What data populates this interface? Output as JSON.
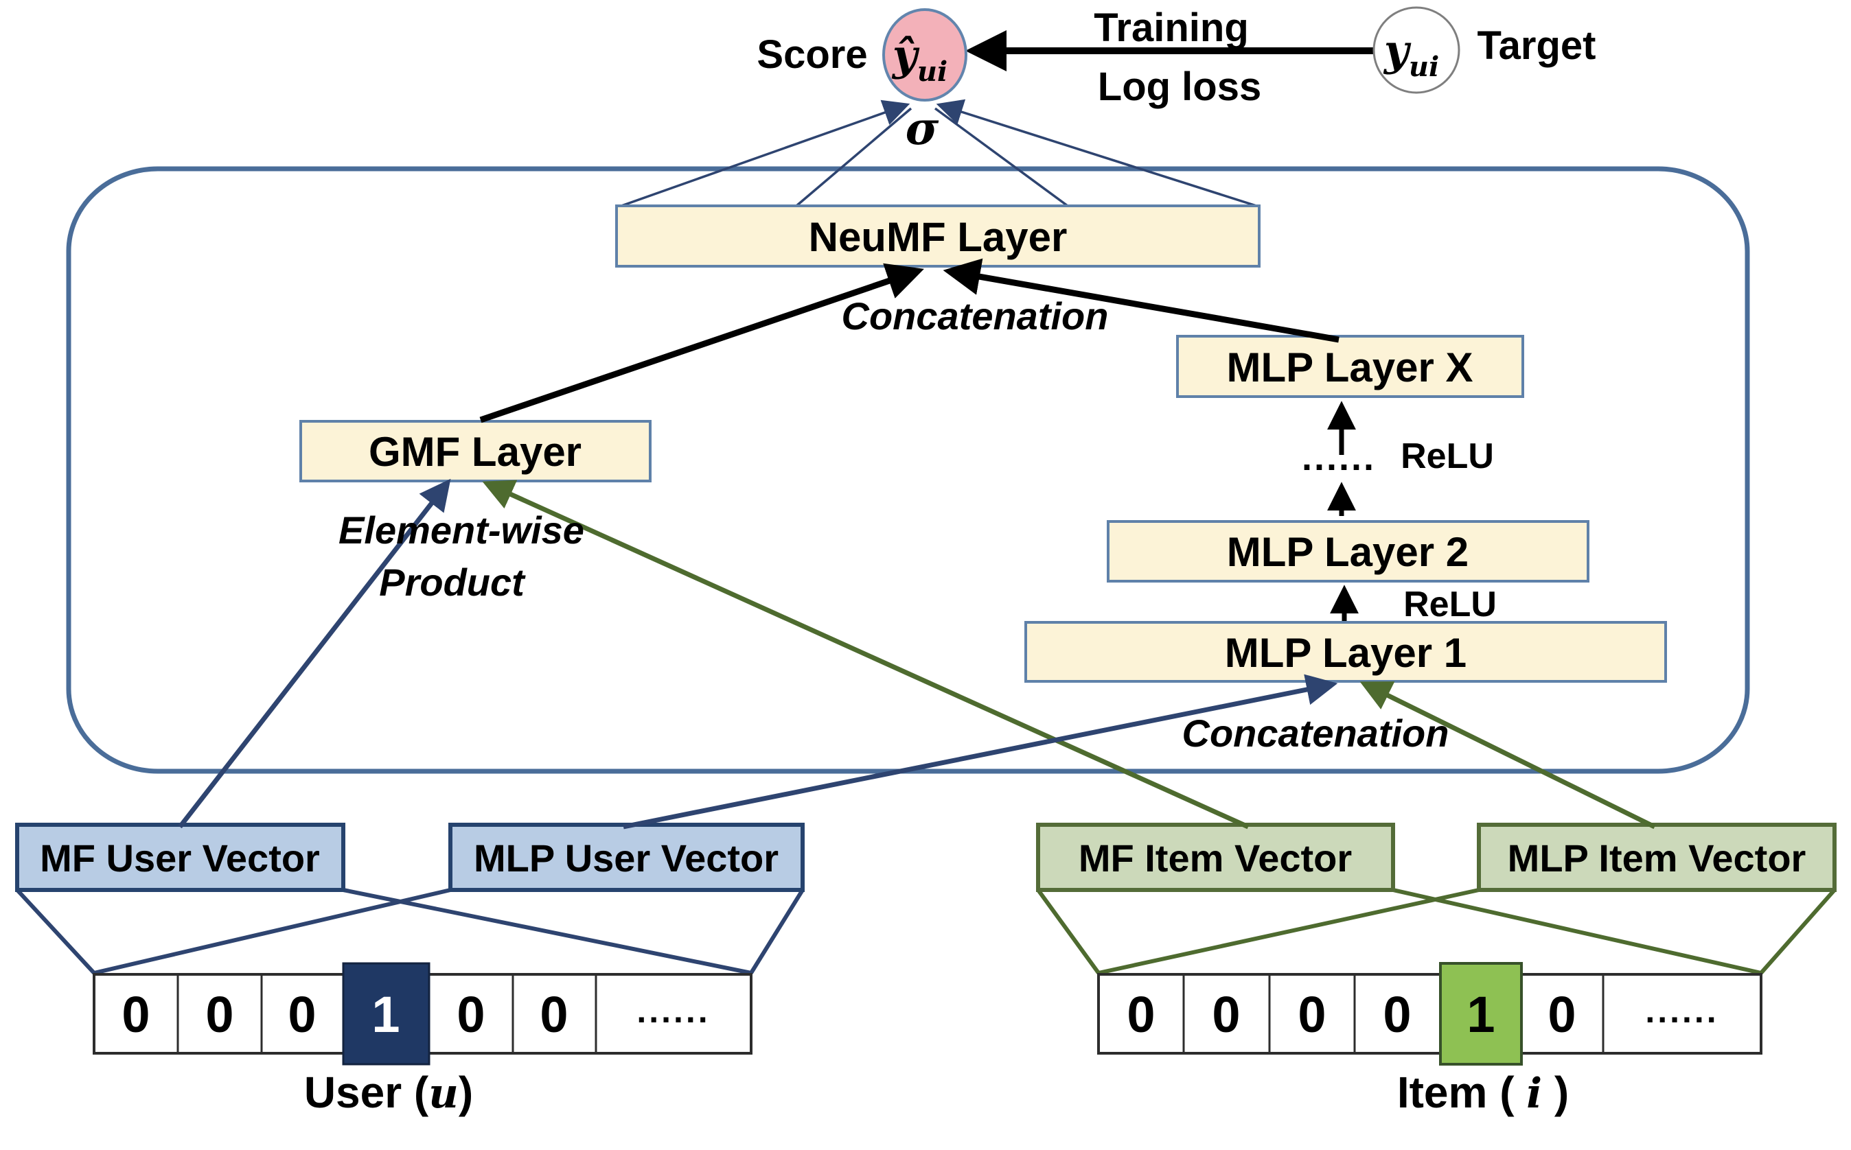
{
  "top": {
    "score_label": "Score",
    "score_symbol": "ŷ",
    "score_sub": "ui",
    "sigma": "σ",
    "training": "Training",
    "log_loss": "Log loss",
    "target_symbol": "y",
    "target_sub": "ui",
    "target_label": "Target"
  },
  "layers": {
    "neumf": "NeuMF Layer",
    "gmf": "GMF Layer",
    "mlp_x": "MLP Layer X",
    "mlp_2": "MLP Layer 2",
    "mlp_1": "MLP Layer 1"
  },
  "annotations": {
    "concatenation_top": "Concatenation",
    "concatenation_bottom": "Concatenation",
    "element_wise_line1": "Element-wise",
    "element_wise_line2": "Product",
    "relu_top": "ReLU",
    "relu_bottom": "ReLU",
    "ellipsis": "......"
  },
  "embeddings": {
    "mf_user": "MF User Vector",
    "mlp_user": "MLP User Vector",
    "mf_item": "MF Item Vector",
    "mlp_item": "MLP Item Vector"
  },
  "onehot_user": {
    "cells": [
      "0",
      "0",
      "0",
      "1",
      "0",
      "0",
      "......"
    ],
    "hot_index": 3,
    "label_prefix": "User (",
    "label_var": "u",
    "label_suffix": ")"
  },
  "onehot_item": {
    "cells": [
      "0",
      "0",
      "0",
      "0",
      "1",
      "0",
      "......"
    ],
    "hot_index": 4,
    "label_prefix": "Item ( ",
    "label_var": "i",
    "label_suffix": " )"
  },
  "colors": {
    "navy": "#2e4470",
    "green": "#4e6b2f",
    "container_border": "#4a6d99",
    "box_fill": "#fcf3d7",
    "box_border": "#5f81a9",
    "user_fill": "#b8cce4",
    "user_border": "#26436e",
    "item_fill": "#ccd9ba",
    "item_border": "#546c38",
    "hot_user_fill": "#1f3864",
    "hot_item_fill": "#8ec153",
    "hot_item_border": "#37512a",
    "score_fill": "#f3b1b9",
    "score_border": "#6285ad",
    "target_border": "#7f7f7f"
  }
}
